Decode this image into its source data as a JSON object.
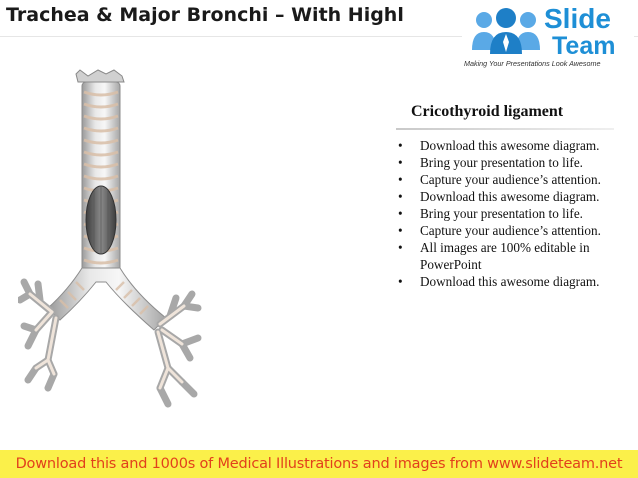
{
  "header": {
    "title": "Trachea & Major Bronchi – With Highl"
  },
  "logo": {
    "brand_line1": "Slide",
    "brand_line2": "Team",
    "tagline": "Making Your Presentations Look Awesome",
    "color": "#1e8fd6"
  },
  "label": {
    "title": "Cricothyroid ligament"
  },
  "bullets": [
    "Download this awesome diagram.",
    "Bring your presentation to life.",
    "Capture your audience’s attention.",
    "Download this awesome diagram.",
    "Bring your presentation to life.",
    "Capture your audience’s attention.",
    " All images are 100% editable in PowerPoint",
    "Download this awesome diagram."
  ],
  "footer": {
    "text": "Download this and 1000s of Medical Illustrations and images from www.slideteam.net",
    "background": "#fbf04a",
    "color": "#e2401c"
  },
  "diagram": {
    "icon": "trachea-bronchi-illustration",
    "highlight_color": "#7a7a7a"
  }
}
